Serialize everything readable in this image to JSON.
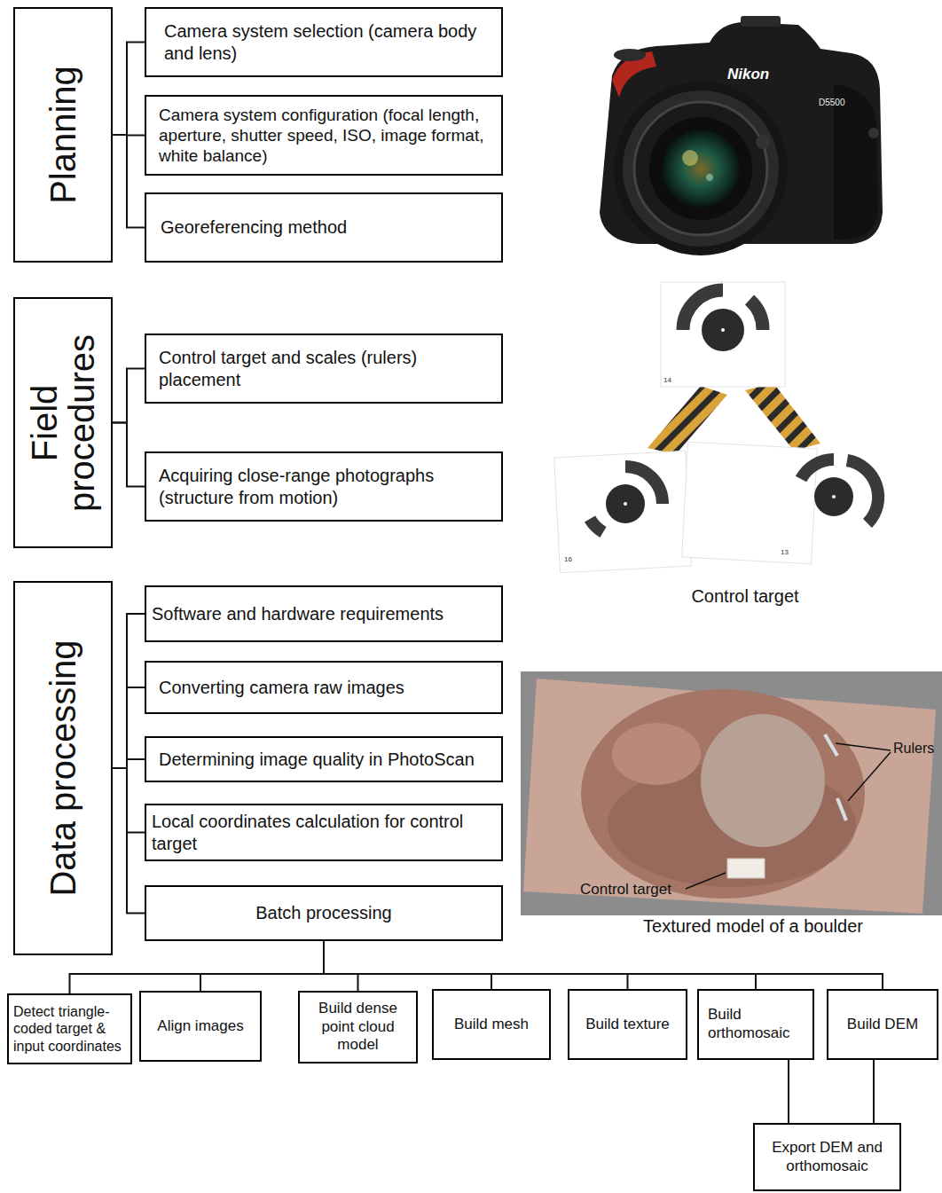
{
  "diagram": {
    "nodes": [
      {
        "text": [
          "Planning"
        ]
      },
      {
        "text": [
          "Camera system selection (camera body and lens)"
        ]
      },
      {
        "text": [
          "Camera system configuration (focal length, aperture, shutter speed, ISO, image format, white balance)"
        ]
      },
      {
        "text": [
          "Georeferencing method"
        ]
      },
      {
        "text": [
          "Field procedures"
        ]
      },
      {
        "text": [
          "Control target and scales (rulers) placement"
        ]
      },
      {
        "text": [
          "Acquiring close-range photographs (structure from motion)"
        ]
      },
      {
        "text": [
          "Data processing"
        ]
      },
      {
        "text": [
          "Software and hardware requirements"
        ]
      },
      {
        "text": [
          "Converting camera raw images"
        ]
      },
      {
        "text": [
          "Determining image quality in PhotoScan"
        ]
      },
      {
        "text": [
          "Local coordinates calculation for control target"
        ]
      },
      {
        "text": [
          "Batch processing"
        ]
      },
      {
        "text": [
          "Detect triangle-coded target & input coordinates"
        ]
      },
      {
        "text": [
          "Align images"
        ]
      },
      {
        "text": [
          "Build dense point cloud model"
        ]
      },
      {
        "text": [
          "Build mesh"
        ]
      },
      {
        "text": [
          "Build texture"
        ]
      },
      {
        "text": [
          "Build orthomosaic"
        ]
      },
      {
        "text": [
          "Build DEM"
        ]
      },
      {
        "text": [
          "Export DEM and orthomosaic"
        ]
      }
    ],
    "edges": [
      {
        "from": 0,
        "to": 1,
        "arrow": "none"
      },
      {
        "from": 0,
        "to": 2,
        "arrow": "none"
      },
      {
        "from": 0,
        "to": 3,
        "arrow": "none"
      },
      {
        "from": 4,
        "to": 5,
        "arrow": "none"
      },
      {
        "from": 4,
        "to": 6,
        "arrow": "none"
      },
      {
        "from": 7,
        "to": 8,
        "arrow": "none"
      },
      {
        "from": 7,
        "to": 9,
        "arrow": "none"
      },
      {
        "from": 7,
        "to": 10,
        "arrow": "none"
      },
      {
        "from": 7,
        "to": 11,
        "arrow": "none"
      },
      {
        "from": 7,
        "to": 12,
        "arrow": "none"
      },
      {
        "from": 12,
        "to": 13,
        "arrow": "none"
      },
      {
        "from": 12,
        "to": 14,
        "arrow": "none"
      },
      {
        "from": 12,
        "to": 15,
        "arrow": "none"
      },
      {
        "from": 12,
        "to": 16,
        "arrow": "none"
      },
      {
        "from": 12,
        "to": 17,
        "arrow": "none"
      },
      {
        "from": 12,
        "to": 18,
        "arrow": "none"
      },
      {
        "from": 12,
        "to": 19,
        "arrow": "none"
      },
      {
        "from": 18,
        "to": 20,
        "arrow": "none"
      },
      {
        "from": 19,
        "to": 20,
        "arrow": "none"
      }
    ],
    "labels": [
      "Nikon",
      "D5500",
      "14",
      "16",
      "13",
      "Control target",
      "Control target",
      "Rulers",
      "Textured model of a boulder"
    ]
  }
}
